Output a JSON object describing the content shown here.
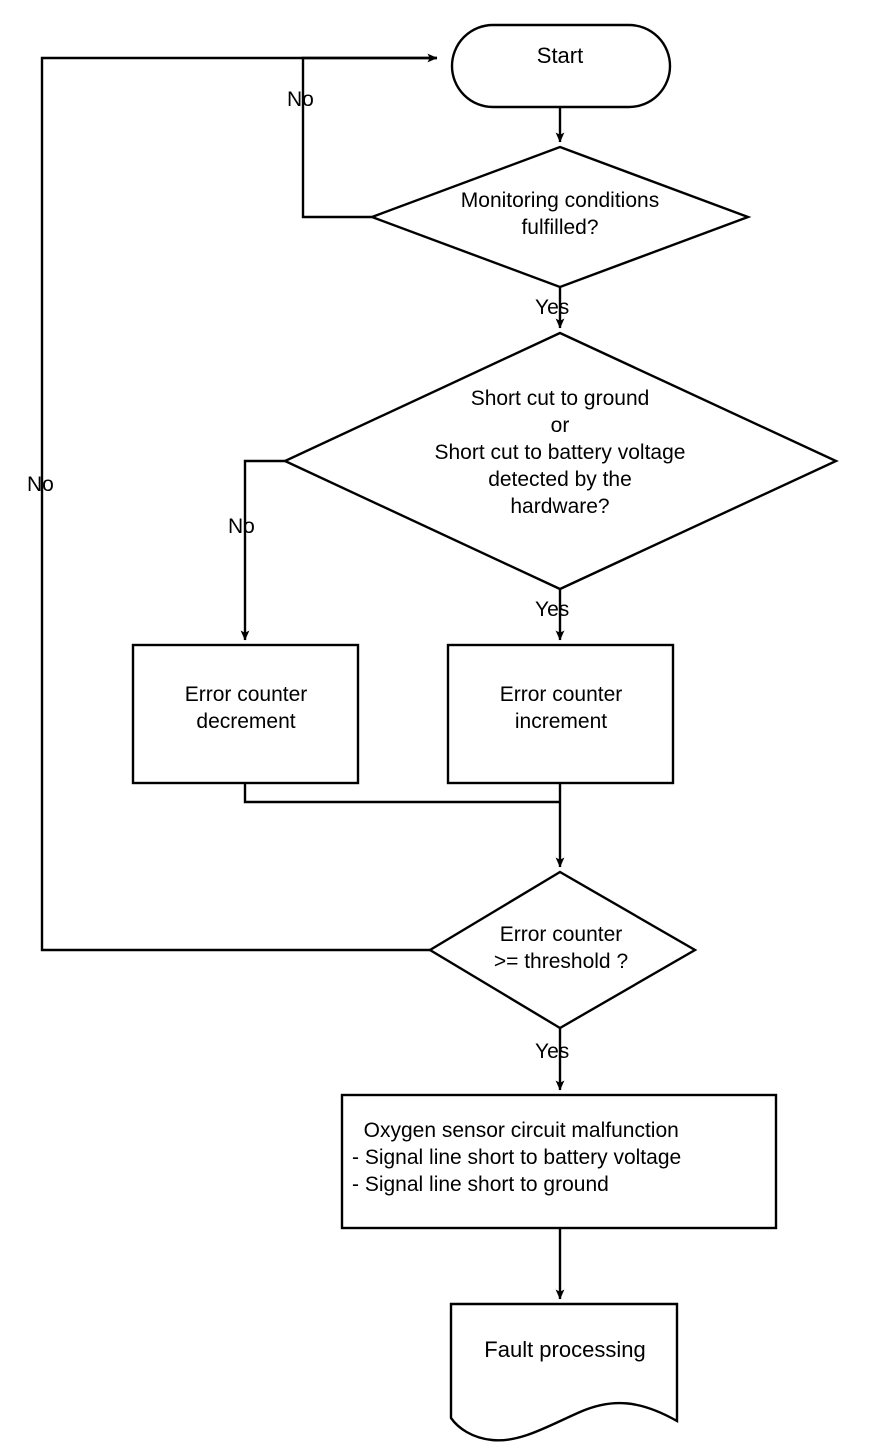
{
  "diagram": {
    "title": "Oxygen sensor circuit malfunction monitoring flowchart",
    "type": "flowchart",
    "colors": {
      "stroke": "#000000",
      "fill": "#ffffff",
      "text": "#000000"
    },
    "nodes": {
      "start": {
        "shape": "terminator",
        "label": "Start"
      },
      "monitoring_conditions": {
        "shape": "decision",
        "label": "Monitoring conditions\nfulfilled?"
      },
      "short_cut_detected": {
        "shape": "decision",
        "label": "Short cut to ground\nor\nShort cut to battery voltage\ndetected by the\nhardware?"
      },
      "error_counter_decrement": {
        "shape": "process",
        "label": "Error counter\ndecrement"
      },
      "error_counter_increment": {
        "shape": "process",
        "label": "Error counter\nincrement"
      },
      "error_counter_threshold": {
        "shape": "decision",
        "label": "Error counter\n>= threshold ?"
      },
      "malfunction": {
        "shape": "process",
        "label": "  Oxygen sensor circuit malfunction\n- Signal line short to battery voltage\n- Signal line short to ground"
      },
      "fault_processing": {
        "shape": "document",
        "label": "Fault processing"
      }
    },
    "edge_labels": {
      "monitoring_no": "No",
      "monitoring_yes": "Yes",
      "shortcut_no": "No",
      "shortcut_yes": "Yes",
      "threshold_no": "No",
      "threshold_yes": "Yes"
    }
  }
}
